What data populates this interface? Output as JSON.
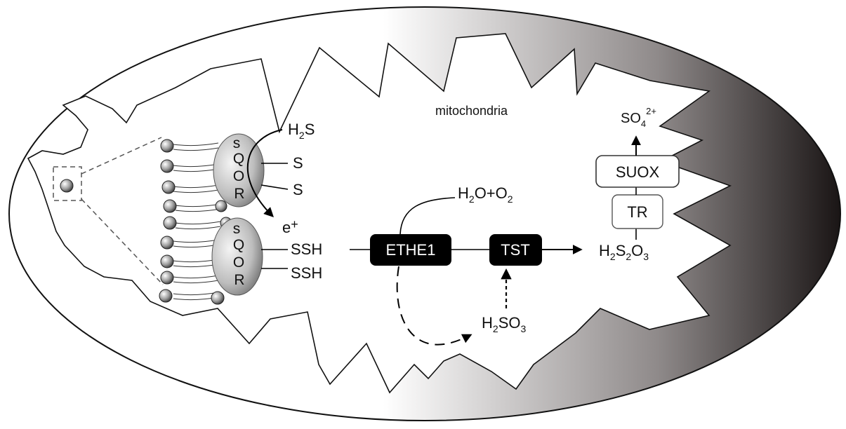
{
  "title": "mitochondria",
  "sqor_top": {
    "s": "s",
    "q": "Q",
    "o": "O",
    "r": "R"
  },
  "sqor_bottom": {
    "s": "s",
    "q": "Q",
    "o": "O",
    "r": "R"
  },
  "h2s": {
    "base": "H",
    "sub": "2",
    "tail": "S"
  },
  "s1": "S",
  "s2": "S",
  "electron": {
    "base": "e",
    "sup": "+"
  },
  "ssh1": "SSH",
  "ssh2": "SSH",
  "ethe1": "ETHE1",
  "tst": "TST",
  "h2o_o2": {
    "a": "H",
    "a_sub": "2",
    "b": "O+O",
    "b_sub": "2"
  },
  "h2so3": {
    "a": "H",
    "a_sub": "2",
    "b": "SO",
    "b_sub": "3"
  },
  "h2s2o3": {
    "a": "H",
    "a_sub": "2",
    "b": "S",
    "b_sub": "2",
    "c": "O",
    "c_sub": "3"
  },
  "tr": "TR",
  "suox": "SUOX",
  "so4": {
    "a": "SO",
    "sub": "4",
    "sup": "2+"
  },
  "colors": {
    "dark_box": "#000000",
    "gradient_start": "#ffffff",
    "gradient_end": "#1a1515"
  }
}
